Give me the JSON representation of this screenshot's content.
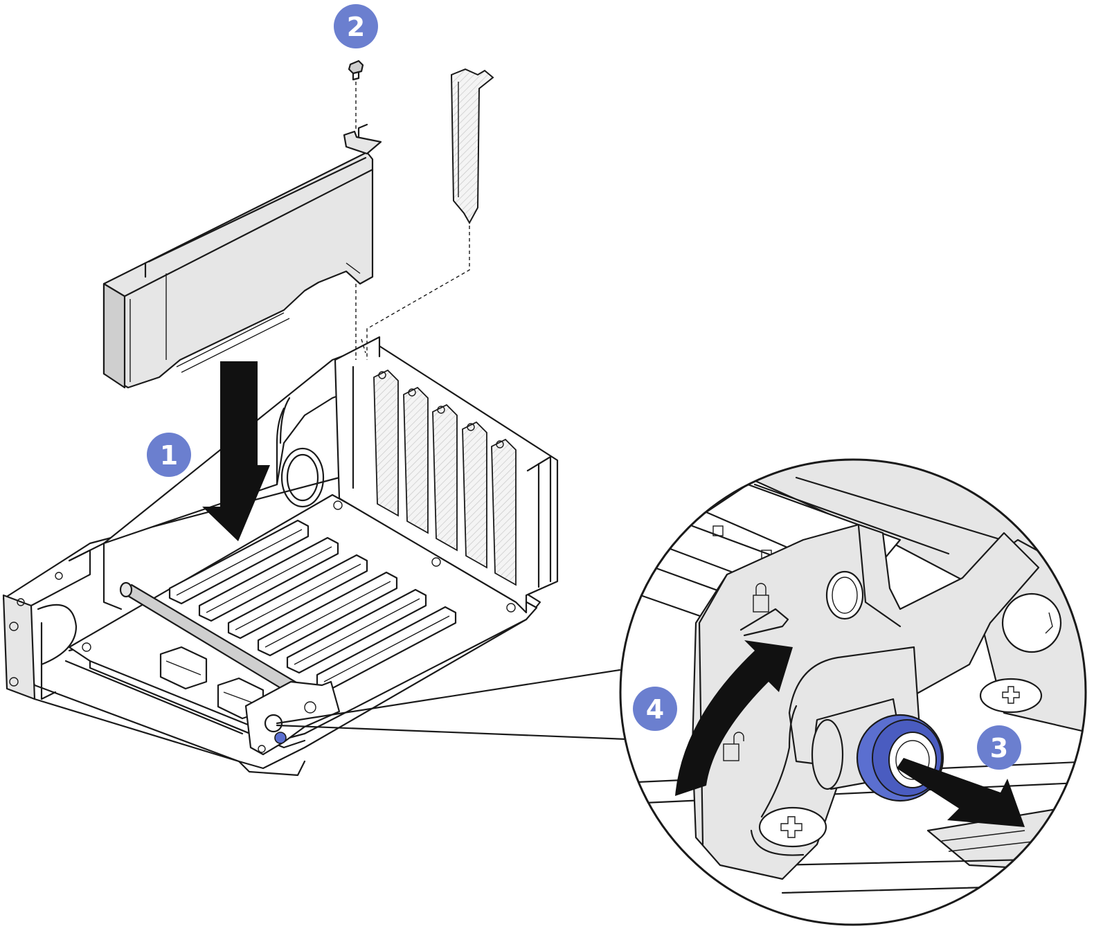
{
  "steps": [
    {
      "number": "1",
      "action": "install-adapter"
    },
    {
      "number": "2",
      "action": "install-screw"
    },
    {
      "number": "3",
      "action": "pull-plunger"
    },
    {
      "number": "4",
      "action": "rotate-latch-to-locked"
    }
  ],
  "colors": {
    "callout_fill": "#6b7fcf",
    "plunger_blue": "#5b6fd0",
    "metal": "#e6e6e6",
    "metal_dark": "#cfcfcf",
    "line": "#1a1a1a",
    "arrow": "#111111"
  },
  "icons": [
    "lock-closed-icon",
    "lock-open-icon",
    "phillips-screw-icon"
  ]
}
